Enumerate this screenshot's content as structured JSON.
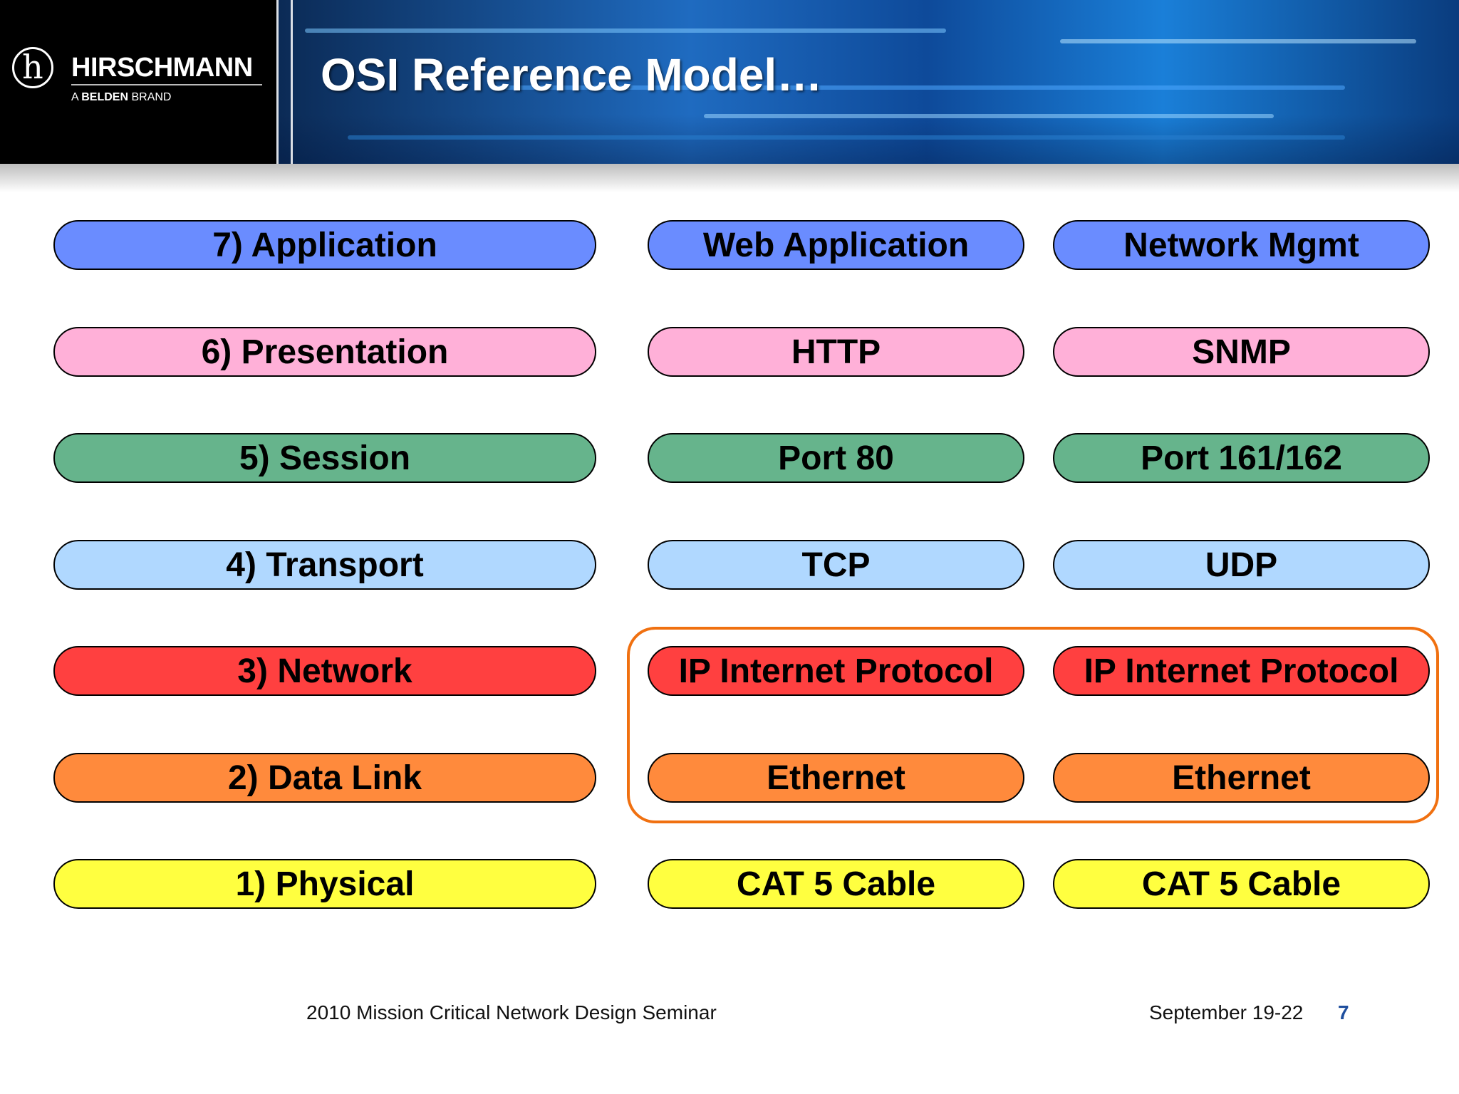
{
  "header": {
    "brand": "HIRSCHMANN",
    "brand_sub_prefix": "A ",
    "brand_sub_bold": "BELDEN",
    "brand_sub_suffix": " BRAND",
    "logo_letter": "h",
    "title": "OSI Reference Model…"
  },
  "layers": [
    {
      "osi": "7) Application",
      "web": "Web Application",
      "mgmt": "Network Mgmt",
      "color": "#6a8cff"
    },
    {
      "osi": "6) Presentation",
      "web": "HTTP",
      "mgmt": "SNMP",
      "color": "#ffb0d8"
    },
    {
      "osi": "5) Session",
      "web": "Port 80",
      "mgmt": "Port 161/162",
      "color": "#66b48c"
    },
    {
      "osi": "4) Transport",
      "web": "TCP",
      "mgmt": "UDP",
      "color": "#b0d8ff"
    },
    {
      "osi": "3) Network",
      "web": "IP Internet Protocol",
      "mgmt": "IP Internet Protocol",
      "color": "#ff4040"
    },
    {
      "osi": "2) Data Link",
      "web": "Ethernet",
      "mgmt": "Ethernet",
      "color": "#ff8a3c"
    },
    {
      "osi": "1) Physical",
      "web": "CAT 5 Cable",
      "mgmt": "CAT 5 Cable",
      "color": "#ffff40"
    }
  ],
  "highlight_color": "#f07010",
  "footer": {
    "seminar": "2010 Mission Critical Network Design Seminar",
    "date": "September 19-22",
    "page": "7"
  }
}
